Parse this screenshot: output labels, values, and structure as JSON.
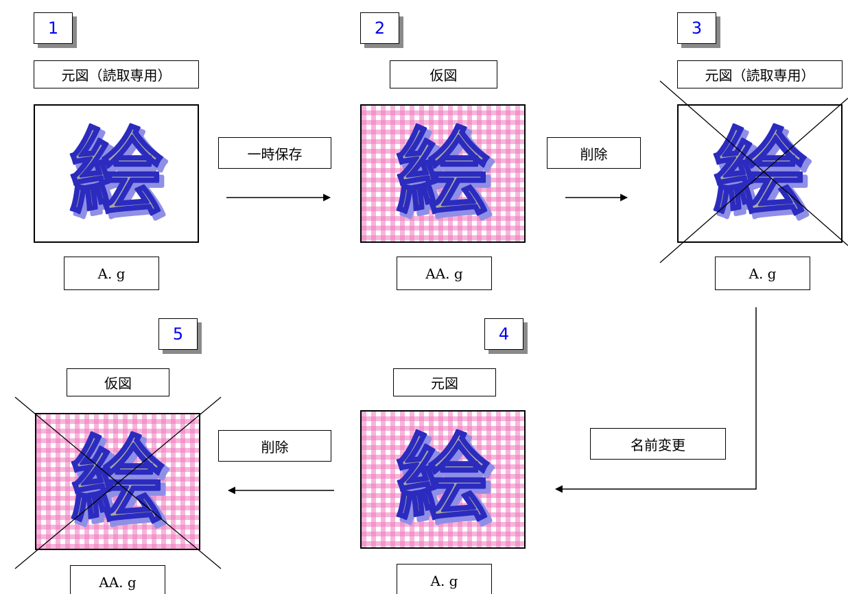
{
  "steps": {
    "s1": "1",
    "s2": "2",
    "s3": "3",
    "s4": "4",
    "s5": "5"
  },
  "titles": {
    "t1": "元図（読取専用）",
    "t2": "仮図",
    "t3": "元図（読取専用）",
    "t4": "元図",
    "t5": "仮図"
  },
  "files": {
    "f1": "A. g",
    "f2": "AA. g",
    "f3": "A. g",
    "f4": "A. g",
    "f5": "AA. g"
  },
  "actions": {
    "save_temp": "一時保存",
    "delete_1": "削除",
    "rename": "名前変更",
    "delete_2": "削除"
  },
  "picture_glyph": "絵",
  "colors": {
    "step_number": "#0000ee",
    "glyph_fill": "#a6a6a6",
    "glyph_outline": "#2b2bbf",
    "glyph_shadow": "#8f8fe6",
    "pink_pattern": "#f078be"
  }
}
